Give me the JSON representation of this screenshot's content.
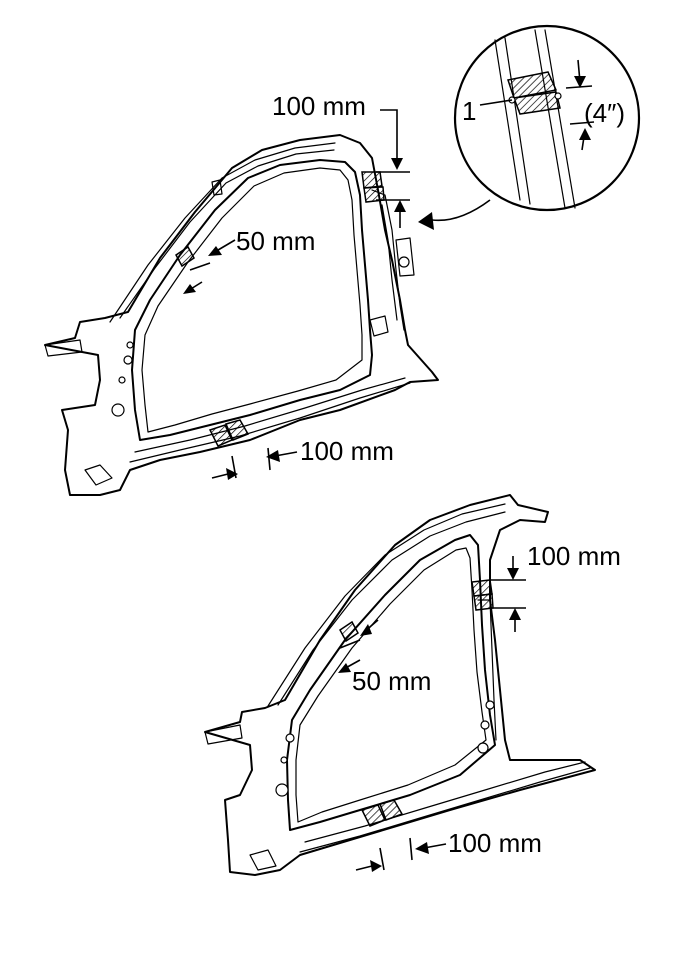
{
  "figure": {
    "top_view": {
      "labels": {
        "roof_rail_cut": "100 mm",
        "windshield_pillar_cut": "50 mm",
        "rocker_cut": "100 mm"
      },
      "detail_callout": {
        "item_number": "1",
        "dimension": "(4″)"
      }
    },
    "bottom_view": {
      "labels": {
        "roof_rail_cut": "100 mm",
        "windshield_pillar_cut": "50 mm",
        "rocker_cut": "100 mm"
      }
    }
  }
}
